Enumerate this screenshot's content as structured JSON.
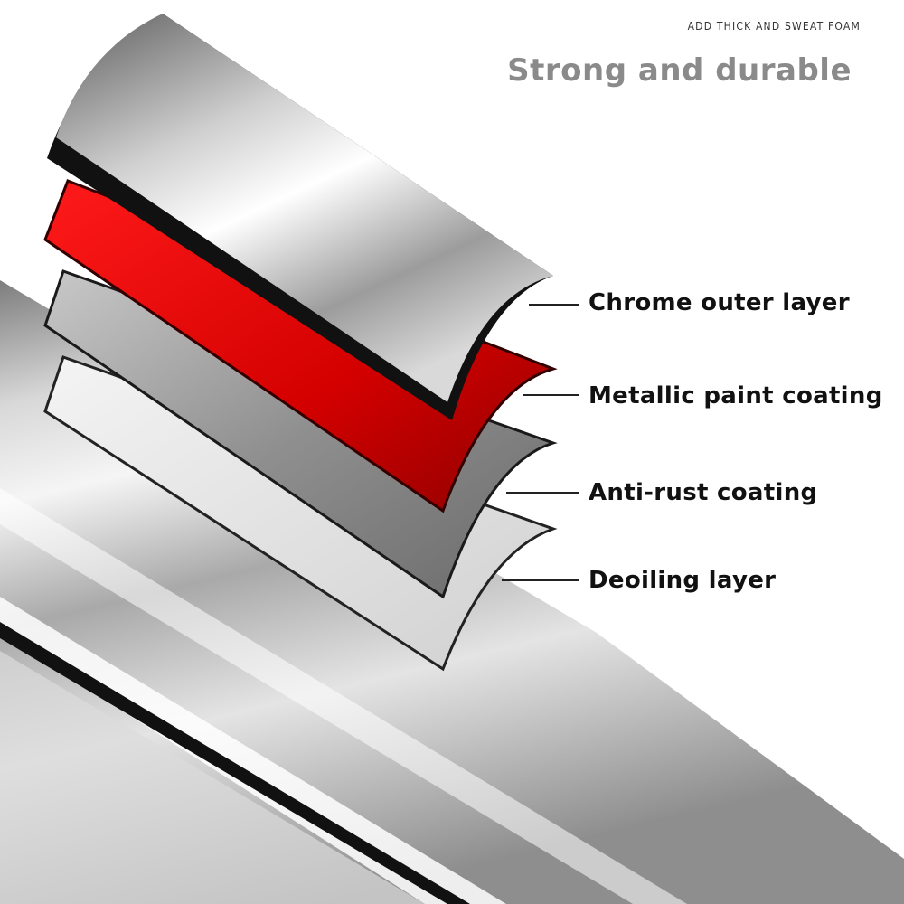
{
  "header": {
    "subtitle": "ADD THICK AND SWEAT FOAM",
    "headline": "Strong and durable"
  },
  "layers": [
    {
      "label": "Chrome outer layer",
      "color": "#9a9a9a"
    },
    {
      "label": "Metallic paint coating",
      "color": "#d40000"
    },
    {
      "label": "Anti-rust coating",
      "color": "#8c8c8c"
    },
    {
      "label": "Deoiling layer",
      "color": "#e6e6e6"
    }
  ]
}
